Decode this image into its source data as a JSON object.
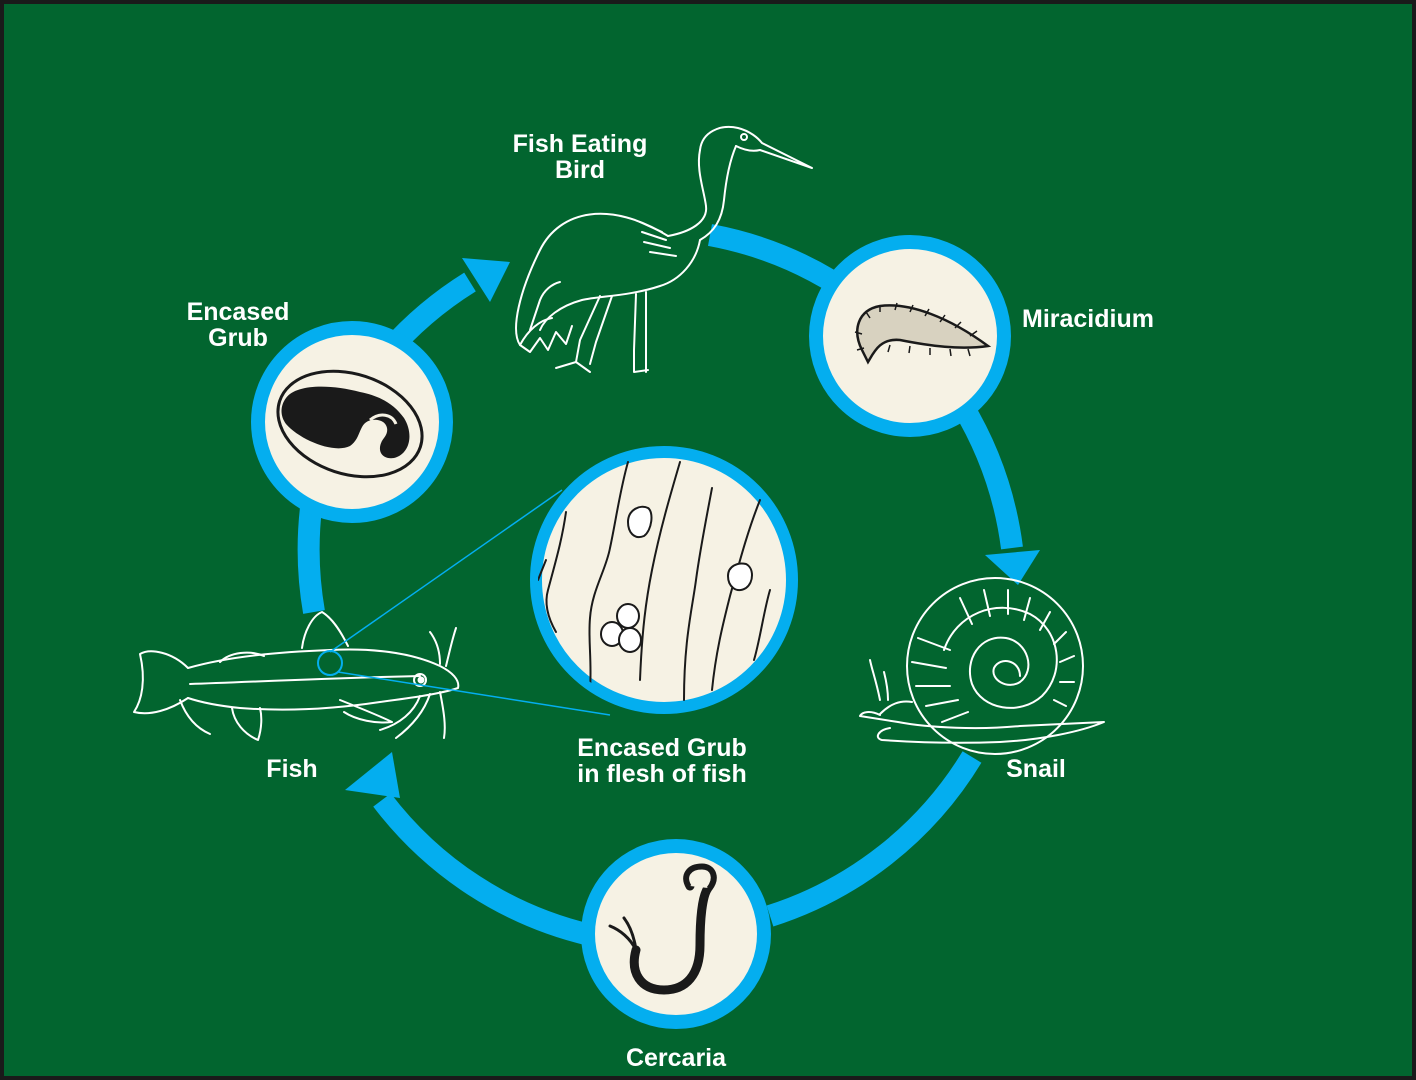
{
  "colors": {
    "background": "#02652f",
    "border": "#1a1a1a",
    "cycle_arrow": "#04aeef",
    "disc_fill": "#f6f2e4",
    "ink": "#1a1a1a",
    "outline": "#ffffff"
  },
  "stages": {
    "bird": {
      "label_line1": "Fish Eating",
      "label_line2": "Bird",
      "icon": "heron-icon"
    },
    "miracidium": {
      "label": "Miracidium",
      "icon": "miracidium-icon"
    },
    "snail": {
      "label": "Snail",
      "icon": "snail-icon"
    },
    "cercaria": {
      "label": "Cercaria",
      "icon": "cercaria-icon"
    },
    "fish": {
      "label": "Fish",
      "icon": "catfish-icon"
    },
    "grub": {
      "label_line1": "Encased",
      "label_line2": "Grub",
      "icon": "encased-grub-icon"
    }
  },
  "inset": {
    "label_line1": "Encased Grub",
    "label_line2": "in flesh of fish",
    "icon": "flesh-magnified-icon"
  }
}
